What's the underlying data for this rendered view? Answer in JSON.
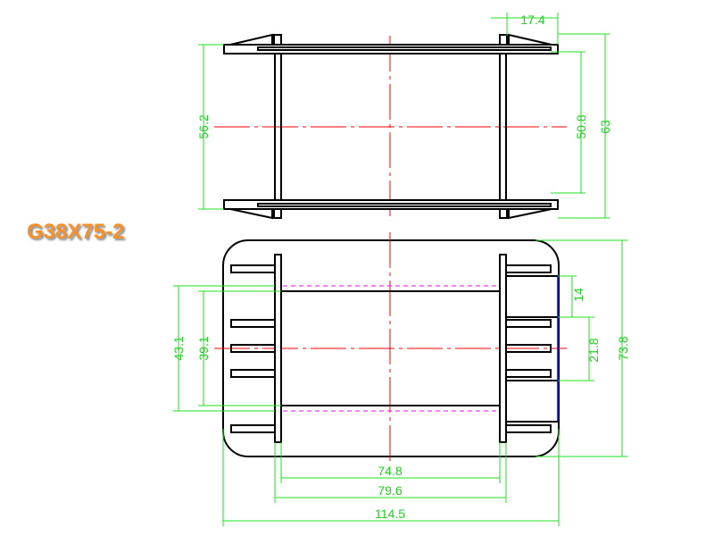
{
  "title": "G38X75-2",
  "colors": {
    "outline": "#000000",
    "dimension": "#22e022",
    "centerline": "#ff0000",
    "hidden": "#ff00ff",
    "title": "#f5902a"
  },
  "top_view": {
    "dimensions": {
      "width_top": "17.4",
      "overall_left": "56.2",
      "inner_right": "50.8",
      "overall_right": "63"
    }
  },
  "bottom_view": {
    "dimensions": {
      "outer_left": "43.1",
      "inner_left": "39.1",
      "pin_gap": "14",
      "pin_span": "21.8",
      "height": "73.8",
      "core_length": "74.8",
      "flange_span": "79.6",
      "overall_width": "114.5"
    }
  }
}
